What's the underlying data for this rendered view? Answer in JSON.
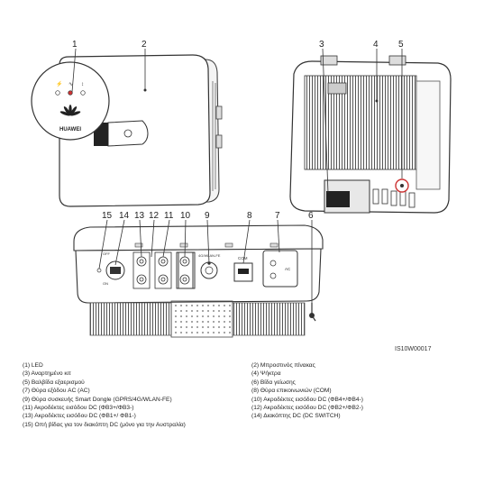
{
  "figure_id": "IS10W00017",
  "callouts": {
    "c1": "1",
    "c2": "2",
    "c3": "3",
    "c4": "4",
    "c5": "5",
    "c6": "6",
    "c7": "7",
    "c8": "8",
    "c9": "9",
    "c10": "10",
    "c11": "11",
    "c12": "12",
    "c13": "13",
    "c14": "14",
    "c15": "15"
  },
  "device_text": {
    "brand_vertical": "HUAWEI",
    "port_com": "COM",
    "port_ac": "AC",
    "dongle_label": "4G/WLAN-FE",
    "dc_switch_off": "OFF",
    "dc_switch_on": "ON"
  },
  "legend": {
    "left": [
      "(1) LED",
      "(3) Αναρτημένο κιτ",
      "(5) Βαλβίδα εξαερισμού",
      "(7) Θύρα εξόδου AC (AC)",
      "(9) Θύρα συσκευής Smart Dongle (GPRS/4G/WLAN-FE)",
      "(11) Ακροδέκτες εισόδου DC (ΦΒ3+/ΦΒ3-)",
      "(13) Ακροδέκτες εισόδου DC (ΦΒ1+/ ΦΒ1-)",
      "(15) Οπή βίδας για τον διακόπτη DC (μόνο για την Αυστραλία)"
    ],
    "right": [
      "(2) Μπροστινός πίνακας",
      "(4) Ψήκτρα",
      "(6) Βίδα γείωσης",
      "(8) Θύρα επικοινωνιών (COM)",
      "(10) Ακροδέκτες εισόδου DC (ΦΒ4+/ΦΒ4-)",
      "(12) Ακροδέκτες εισόδου DC (ΦΒ2+/ΦΒ2-)",
      "(14) Διακόπτης DC (DC SWITCH)"
    ]
  }
}
